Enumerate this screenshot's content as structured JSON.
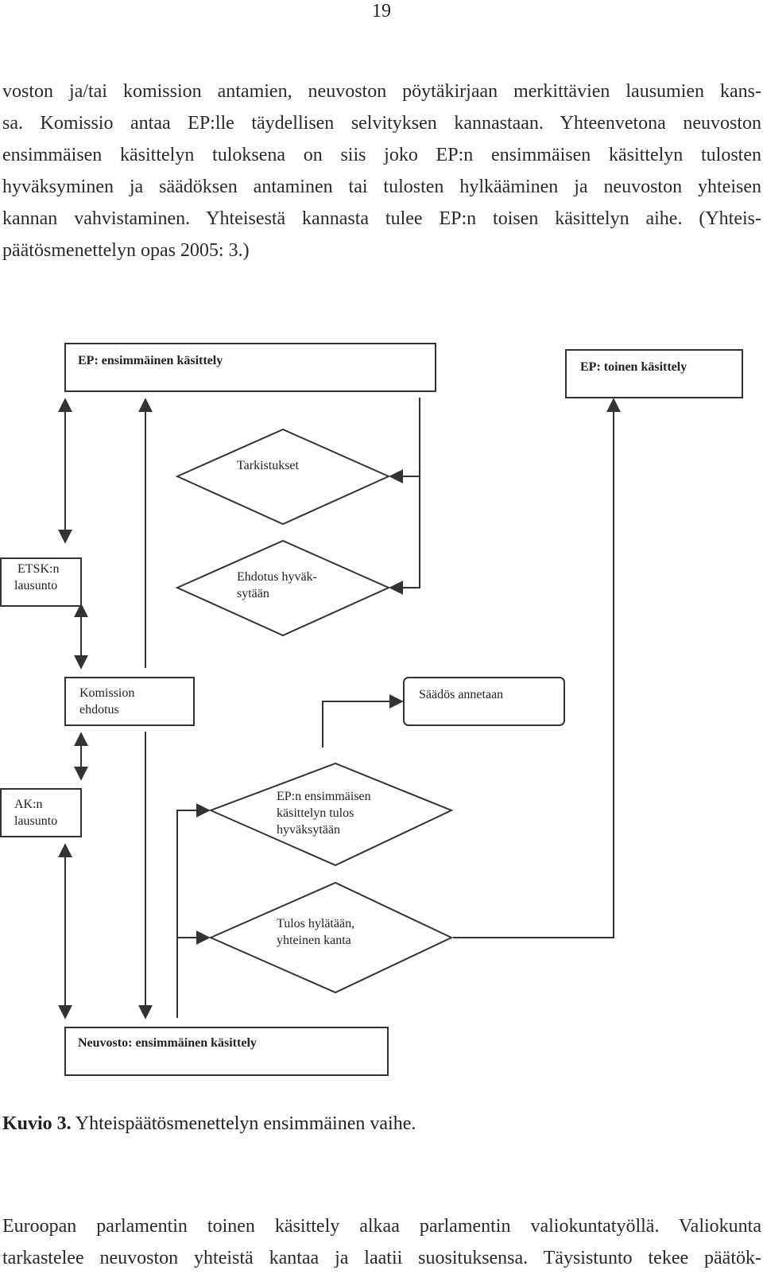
{
  "page": {
    "number": "19"
  },
  "intro_lines": [
    "voston ja/tai komission antamien, neuvoston pöytäkirjaan merkittävien lausumien kans-",
    "sa. Komissio antaa EP:lle täydellisen selvityksen kannastaan. Yhteenvetona neuvoston",
    "ensimmäisen käsittelyn tuloksena on siis joko EP:n ensimmäisen käsittelyn tulosten",
    "hyväksyminen ja säädöksen antaminen tai tulosten hylkääminen ja neuvoston yhteisen",
    "kannan vahvistaminen. Yhteisestä kannasta tulee EP:n toisen käsittelyn aihe. (Yhteis-",
    "päätösmenettelyn opas 2005: 3.)"
  ],
  "diagram": {
    "ep_first": "EP: ensimmäinen käsittely",
    "ep_second": "EP: toinen käsittely",
    "tarkistukset": "Tarkistukset",
    "ehdotus_hyvaksytaan": [
      "Ehdotus hyväk-",
      "sytään"
    ],
    "etsk": [
      "ETSK:n",
      "lausunto"
    ],
    "komission_ehdotus": [
      "Komission",
      "ehdotus"
    ],
    "saados_annetaan": "Säädös annetaan",
    "ak": [
      "AK:n",
      "lausunto"
    ],
    "ep_tulos_hyvaksytaan": [
      "EP:n ensimmäisen",
      "käsittelyn tulos",
      "hyväksytään"
    ],
    "tulos_hylataan": [
      "Tulos hylätään,",
      "yhteinen kanta"
    ],
    "neuvosto_first": "Neuvosto: ensimmäinen käsittely"
  },
  "caption": {
    "label": "Kuvio 3.",
    "text": " Yhteispäätösmenettelyn ensimmäinen vaihe."
  },
  "outro_lines": [
    "Euroopan parlamentin toinen käsittely alkaa parlamentin valiokuntatyöllä. Valiokunta",
    "tarkastelee neuvoston yhteistä kantaa ja laatii suosituksensa. Täysistunto tekee päätök-"
  ]
}
